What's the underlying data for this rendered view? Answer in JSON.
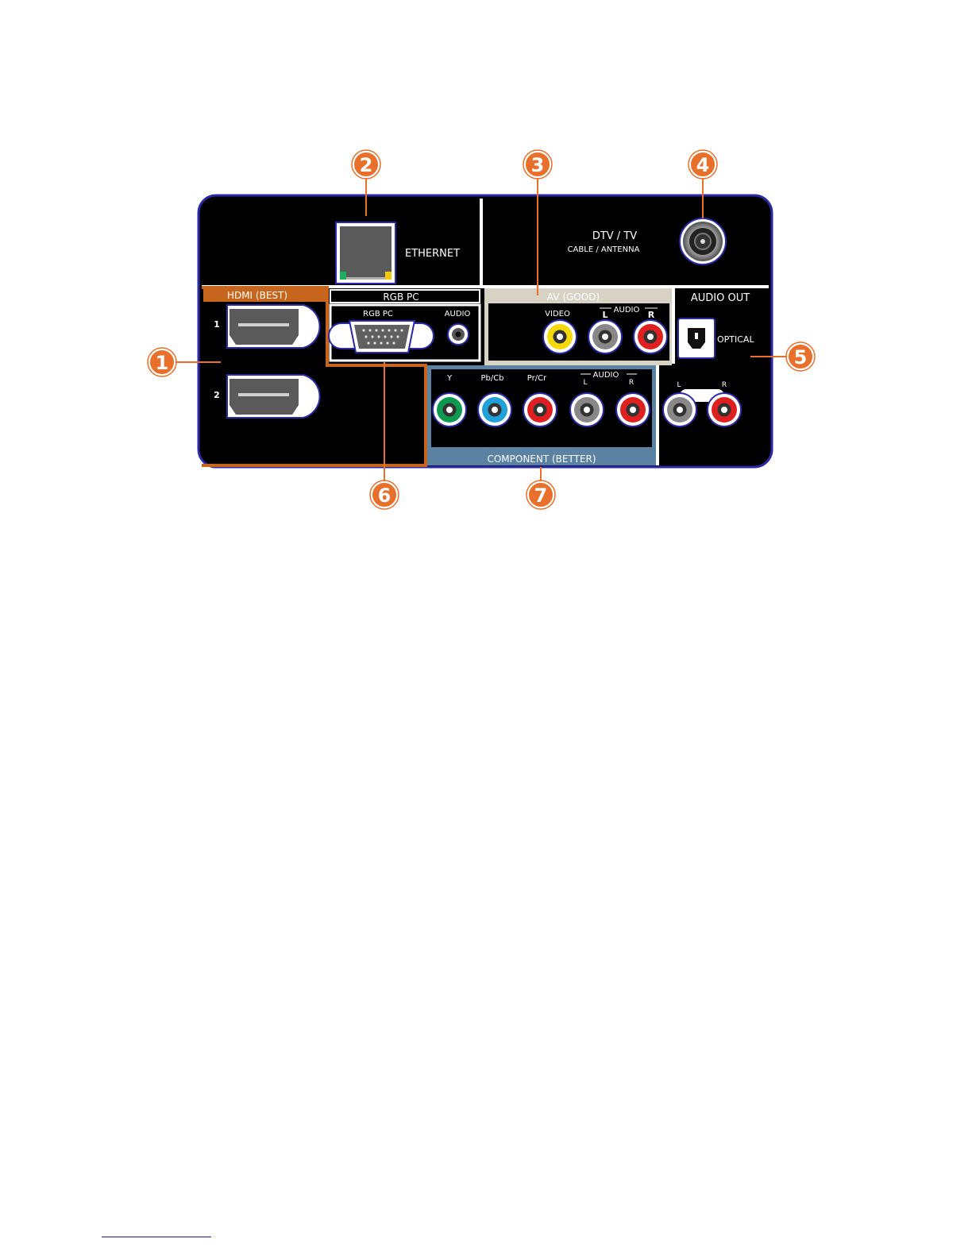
{
  "colors": {
    "panel_border": "#2a2aa8",
    "panel_bg": "#000000",
    "hdmi_accent": "#c8651c",
    "av_band": "#d8d2c4",
    "component_band": "#5b82a3",
    "callout": "#e8702a",
    "rca_yellow": "#f5d90a",
    "rca_white": "#e8e8e8",
    "rca_red": "#e02020",
    "rca_green": "#0c9a50",
    "rca_blue": "#20a0d8"
  },
  "callouts": [
    {
      "num": "1",
      "target": "hdmi-ports"
    },
    {
      "num": "2",
      "target": "ethernet-port"
    },
    {
      "num": "3",
      "target": "av-inputs"
    },
    {
      "num": "4",
      "target": "antenna-jack"
    },
    {
      "num": "5",
      "target": "audio-out"
    },
    {
      "num": "6",
      "target": "rgb-pc-input"
    },
    {
      "num": "7",
      "target": "component-inputs"
    }
  ],
  "ethernet": {
    "label": "ETHERNET"
  },
  "antenna": {
    "title": "DTV / TV",
    "subtitle": "CABLE / ANTENNA"
  },
  "hdmi": {
    "header": "HDMI (BEST)",
    "port1": "1",
    "port2": "2"
  },
  "rgb": {
    "header": "RGB PC",
    "vga_label": "RGB PC",
    "audio_label": "AUDIO"
  },
  "av": {
    "header": "AV (GOOD)",
    "video": "VIDEO",
    "audio": "AUDIO",
    "left": "L",
    "right": "R"
  },
  "audio_out": {
    "header": "AUDIO OUT",
    "optical": "OPTICAL",
    "left": "L",
    "right": "R"
  },
  "component": {
    "header": "COMPONENT (BETTER)",
    "y": "Y",
    "pb": "Pb/Cb",
    "pr": "Pr/Cr",
    "audio": "AUDIO",
    "left": "L",
    "right": "R"
  }
}
